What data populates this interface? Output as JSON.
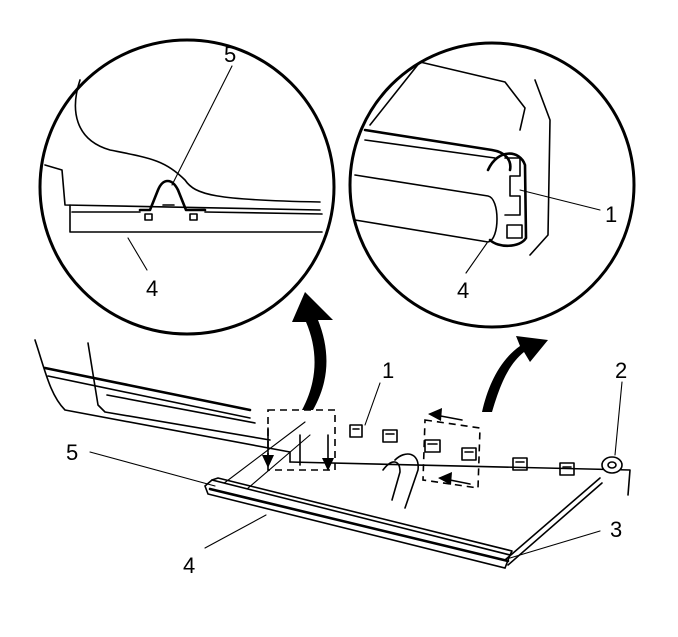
{
  "callouts": {
    "detail_left_top": "5",
    "detail_left_bottom": "4",
    "detail_right_right": "1",
    "detail_right_bottom": "4",
    "main_clip": "1",
    "main_nut": "2",
    "main_bolt": "3",
    "main_molding": "4",
    "main_door_edge": "5"
  }
}
